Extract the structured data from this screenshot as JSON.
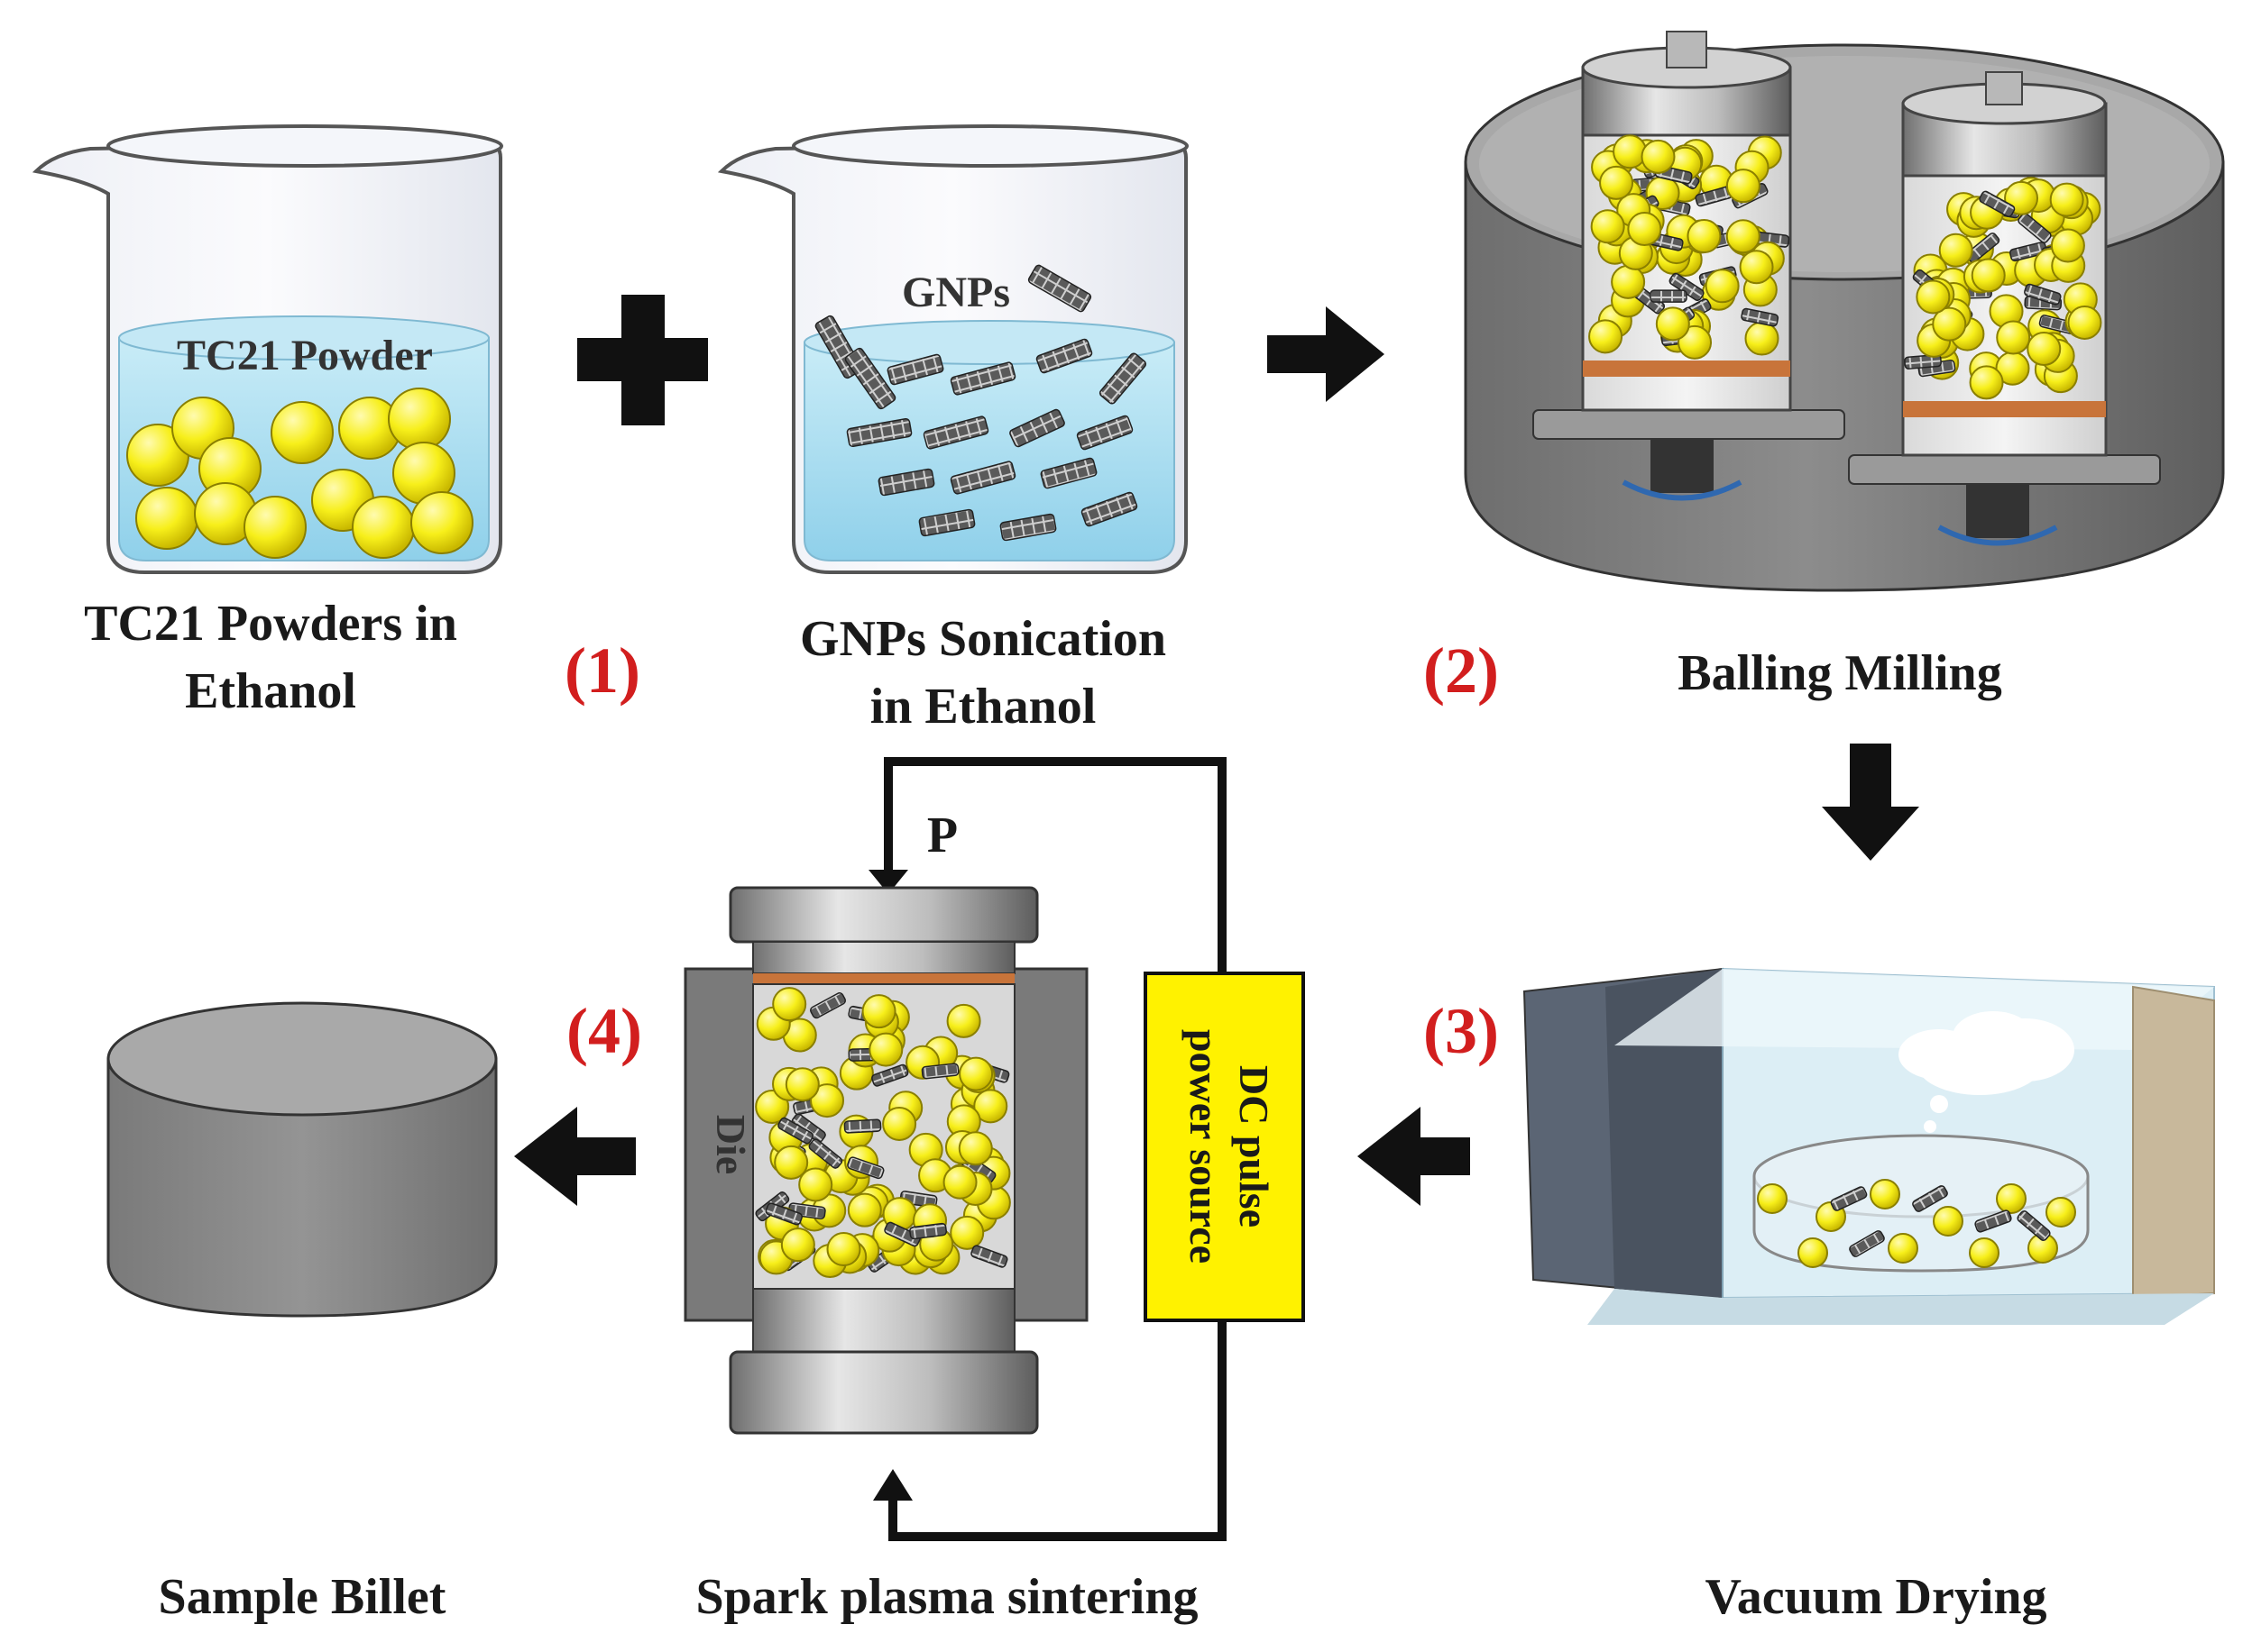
{
  "labels": {
    "tc21_powder": "TC21 Powder",
    "gnps": "GNPs",
    "tc21_caption_1": "TC21 Powders in",
    "tc21_caption_2": "Ethanol",
    "gnps_caption_1": "GNPs Sonication",
    "gnps_caption_2": "in Ethanol",
    "ball_milling": "Balling Milling",
    "vacuum_drying": "Vacuum Drying",
    "sps": "Spark plasma sintering",
    "sample_billet": "Sample Billet",
    "pressure": "P",
    "die": "Die",
    "dc_1": "DC pulse",
    "dc_2": "power source"
  },
  "steps": {
    "s1": "(1)",
    "s2": "(2)",
    "s3": "(3)",
    "s4": "(4)"
  },
  "colors": {
    "powder": "#f7ef1a",
    "liquid": "#a9dcef",
    "step_red": "#d21e1e",
    "arrow": "#111111",
    "steel": "#8a8a8a",
    "gnp": "#4a4a4a",
    "dc_box": "#fff200"
  }
}
